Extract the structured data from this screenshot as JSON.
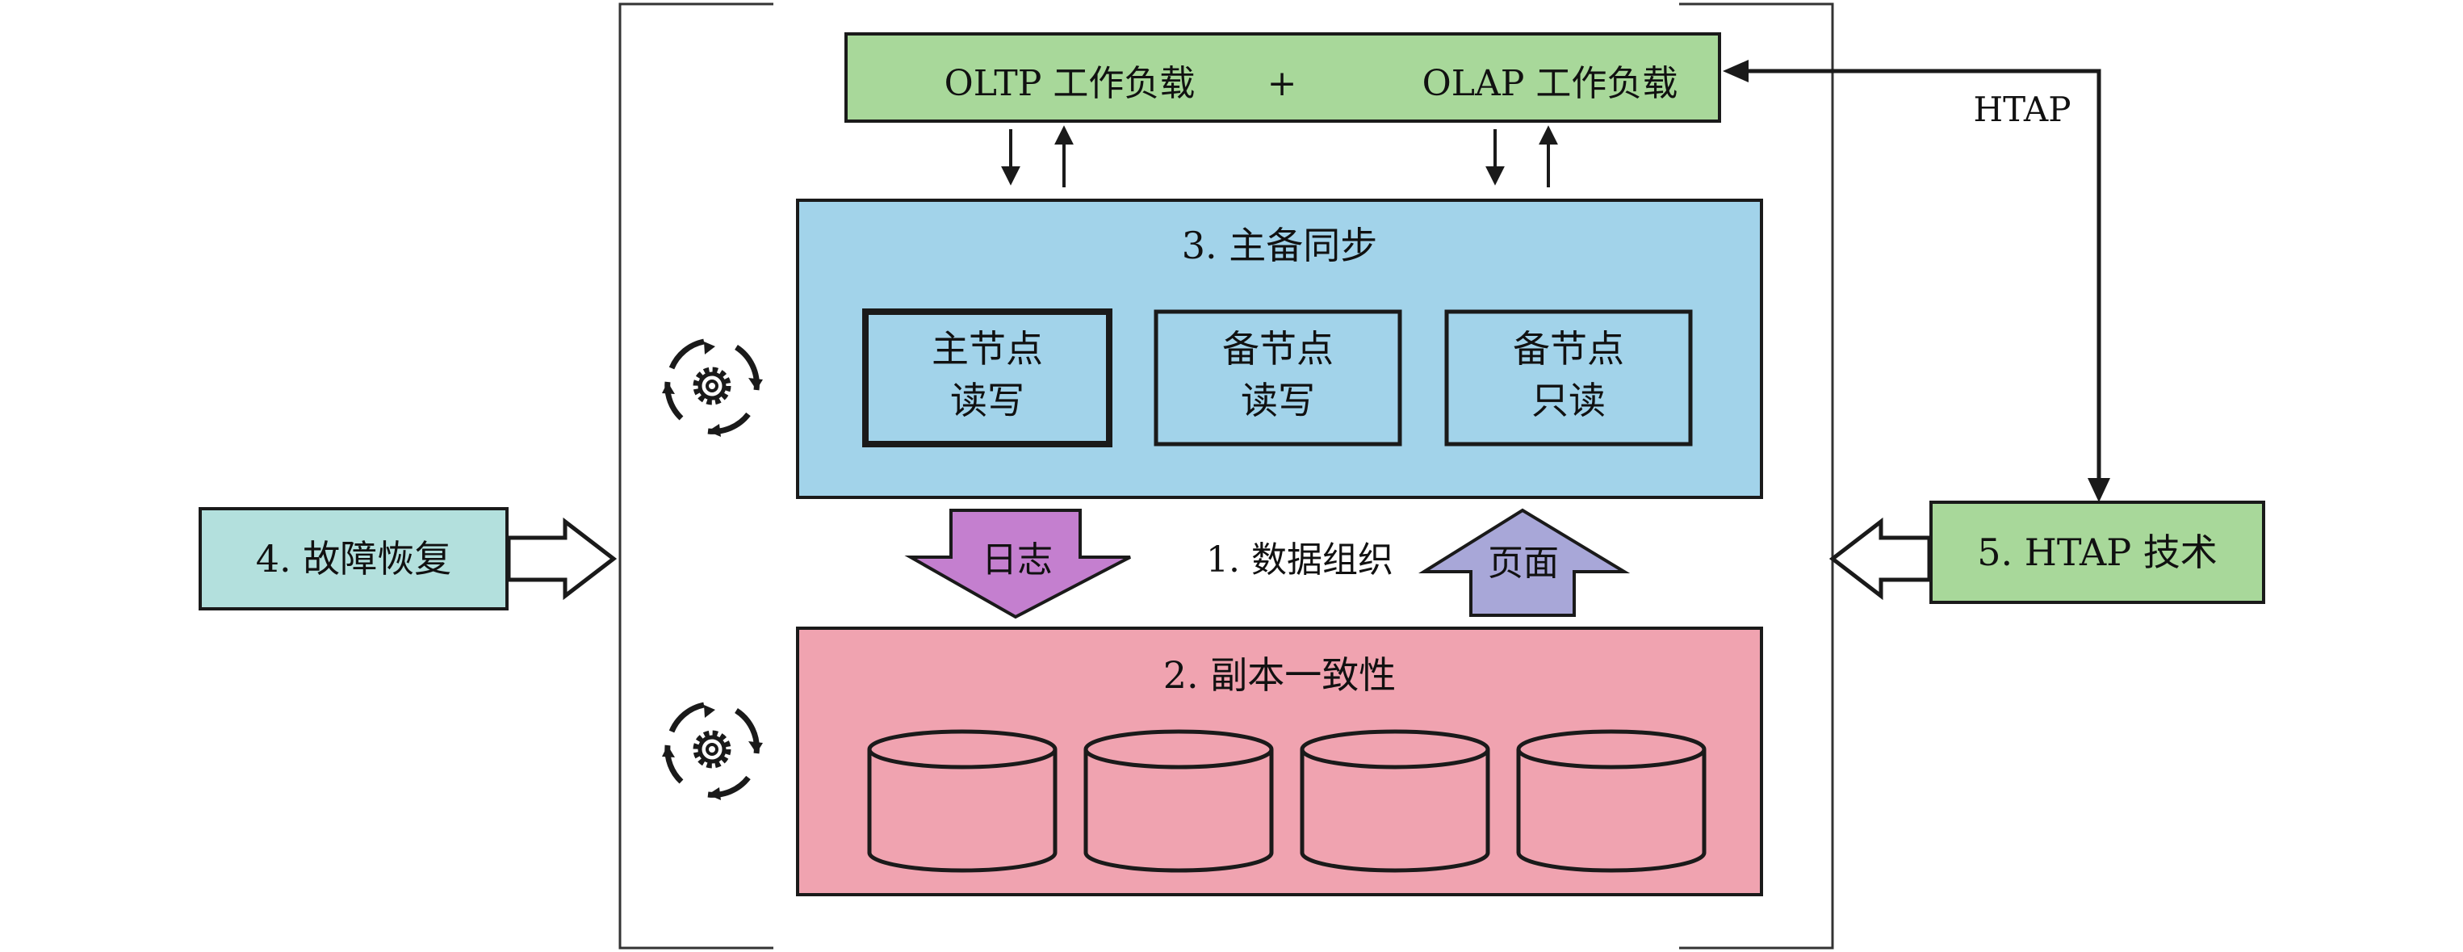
{
  "workloads": {
    "oltp": "OLTP 工作负载",
    "plus": "+",
    "olap": "OLAP 工作负载"
  },
  "htap_link_label": "HTAP",
  "sync_block": {
    "title": "3. 主备同步",
    "nodes": [
      {
        "line1": "主节点",
        "line2": "读写"
      },
      {
        "line1": "备节点",
        "line2": "读写"
      },
      {
        "line1": "备节点",
        "line2": "只读"
      }
    ]
  },
  "data_organization": {
    "label": "1. 数据组织",
    "log_arrow": "日志",
    "page_arrow": "页面"
  },
  "replica_block": {
    "title": "2. 副本一致性",
    "cylinder_count": 4
  },
  "fault_recovery": "4. 故障恢复",
  "htap_tech": "5. HTAP 技术",
  "colors": {
    "workload_green": "#a8d89a",
    "sync_blue": "#a2d3ea",
    "replica_pink": "#f0a3b0",
    "recovery_teal": "#b3e0dd",
    "log_purple": "#c47fcf",
    "page_lavender": "#a8a7d8",
    "stroke": "#1a1a1a"
  }
}
